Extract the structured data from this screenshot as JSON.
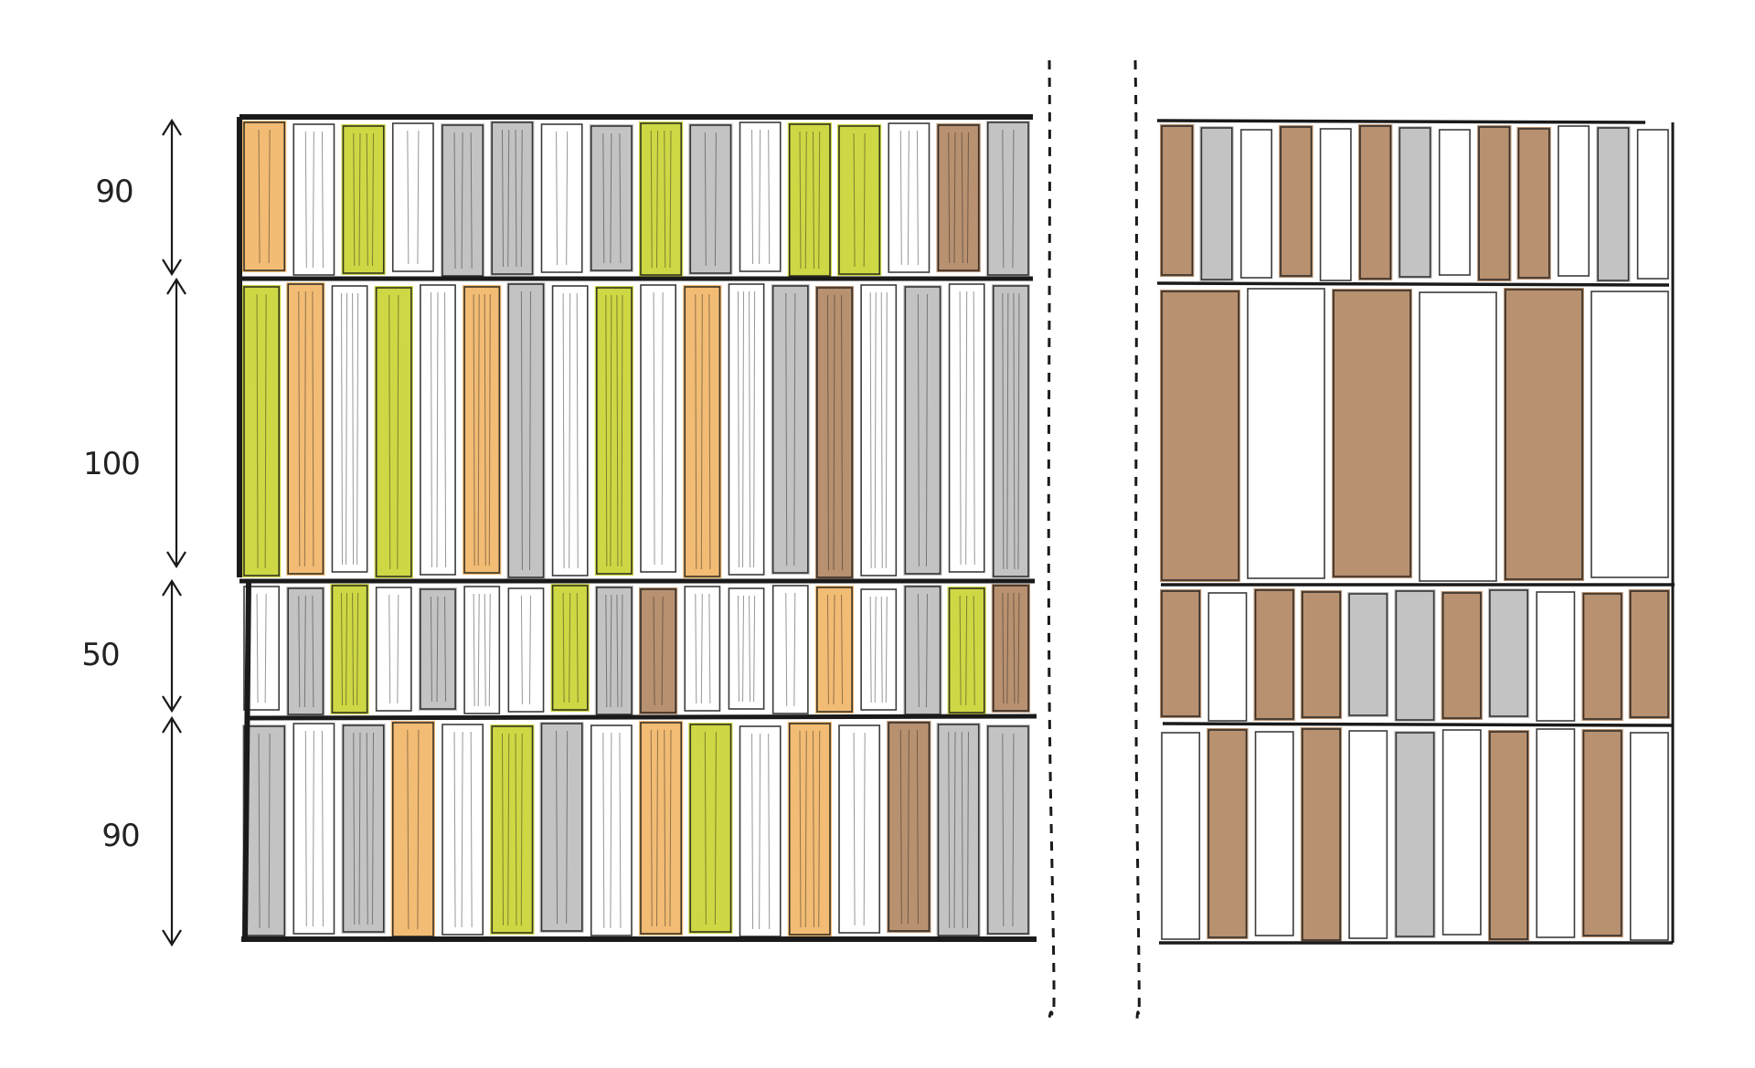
{
  "dimensions": {
    "row1": "90",
    "row2": "100",
    "row3": "50",
    "row4": "90"
  },
  "colors": {
    "ink": "#1a1a1a",
    "gray": "#b9b9b9",
    "light_gray": "#d4d4d4",
    "orange": "#f1b565",
    "green": "#c9d430",
    "brown": "#b08561",
    "white": "#ffffff"
  },
  "left_elevation": {
    "rows": [
      {
        "panels": [
          "orange",
          "white",
          "green",
          "white",
          "gray",
          "gray",
          "white",
          "gray",
          "green",
          "gray",
          "white",
          "green",
          "green",
          "white",
          "brown",
          "gray"
        ]
      },
      {
        "panels": [
          "green",
          "orange",
          "white",
          "green",
          "white",
          "orange",
          "gray",
          "white",
          "green",
          "white",
          "orange",
          "white",
          "gray",
          "brown",
          "white",
          "gray",
          "white",
          "gray"
        ]
      },
      {
        "panels": [
          "white",
          "gray",
          "green",
          "white",
          "gray",
          "white",
          "white",
          "green",
          "gray",
          "brown",
          "white",
          "white",
          "white",
          "orange",
          "white",
          "gray",
          "green",
          "brown"
        ]
      },
      {
        "panels": [
          "gray",
          "white",
          "gray",
          "orange",
          "white",
          "green",
          "gray",
          "white",
          "orange",
          "green",
          "white",
          "orange",
          "white",
          "brown",
          "gray",
          "gray"
        ]
      }
    ]
  },
  "right_elevation": {
    "rows": [
      {
        "panels": [
          "brown",
          "gray",
          "white",
          "brown",
          "white",
          "brown",
          "gray",
          "white",
          "brown",
          "brown",
          "white",
          "gray",
          "white"
        ]
      },
      {
        "panels": [
          "brown",
          "white",
          "brown",
          "white",
          "brown",
          "white"
        ]
      },
      {
        "panels": [
          "brown",
          "white",
          "brown",
          "brown",
          "gray",
          "gray",
          "brown",
          "gray",
          "white",
          "brown",
          "brown"
        ]
      },
      {
        "panels": [
          "white",
          "brown",
          "white",
          "brown",
          "white",
          "gray",
          "white",
          "brown",
          "white",
          "brown",
          "white"
        ]
      }
    ]
  }
}
